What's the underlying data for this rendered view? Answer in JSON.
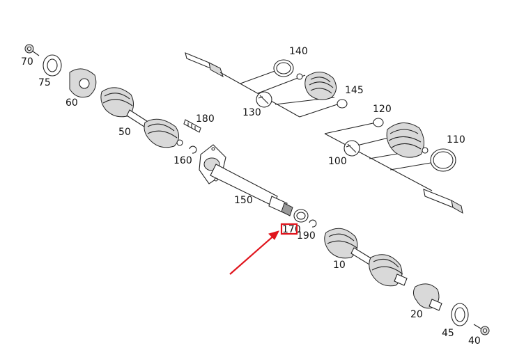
{
  "diagram": {
    "part_numbers": {
      "p70": "70",
      "p75": "75",
      "p60": "60",
      "p50": "50",
      "p180": "180",
      "p160": "160",
      "p150": "150",
      "p170": "170",
      "p190": "190",
      "p10": "10",
      "p20": "20",
      "p45": "45",
      "p40": "40",
      "p140": "140",
      "p145": "145",
      "p130": "130",
      "p120": "120",
      "p110": "110",
      "p100": "100"
    },
    "highlight_color": "#e0141c",
    "line_color": "#222222"
  }
}
